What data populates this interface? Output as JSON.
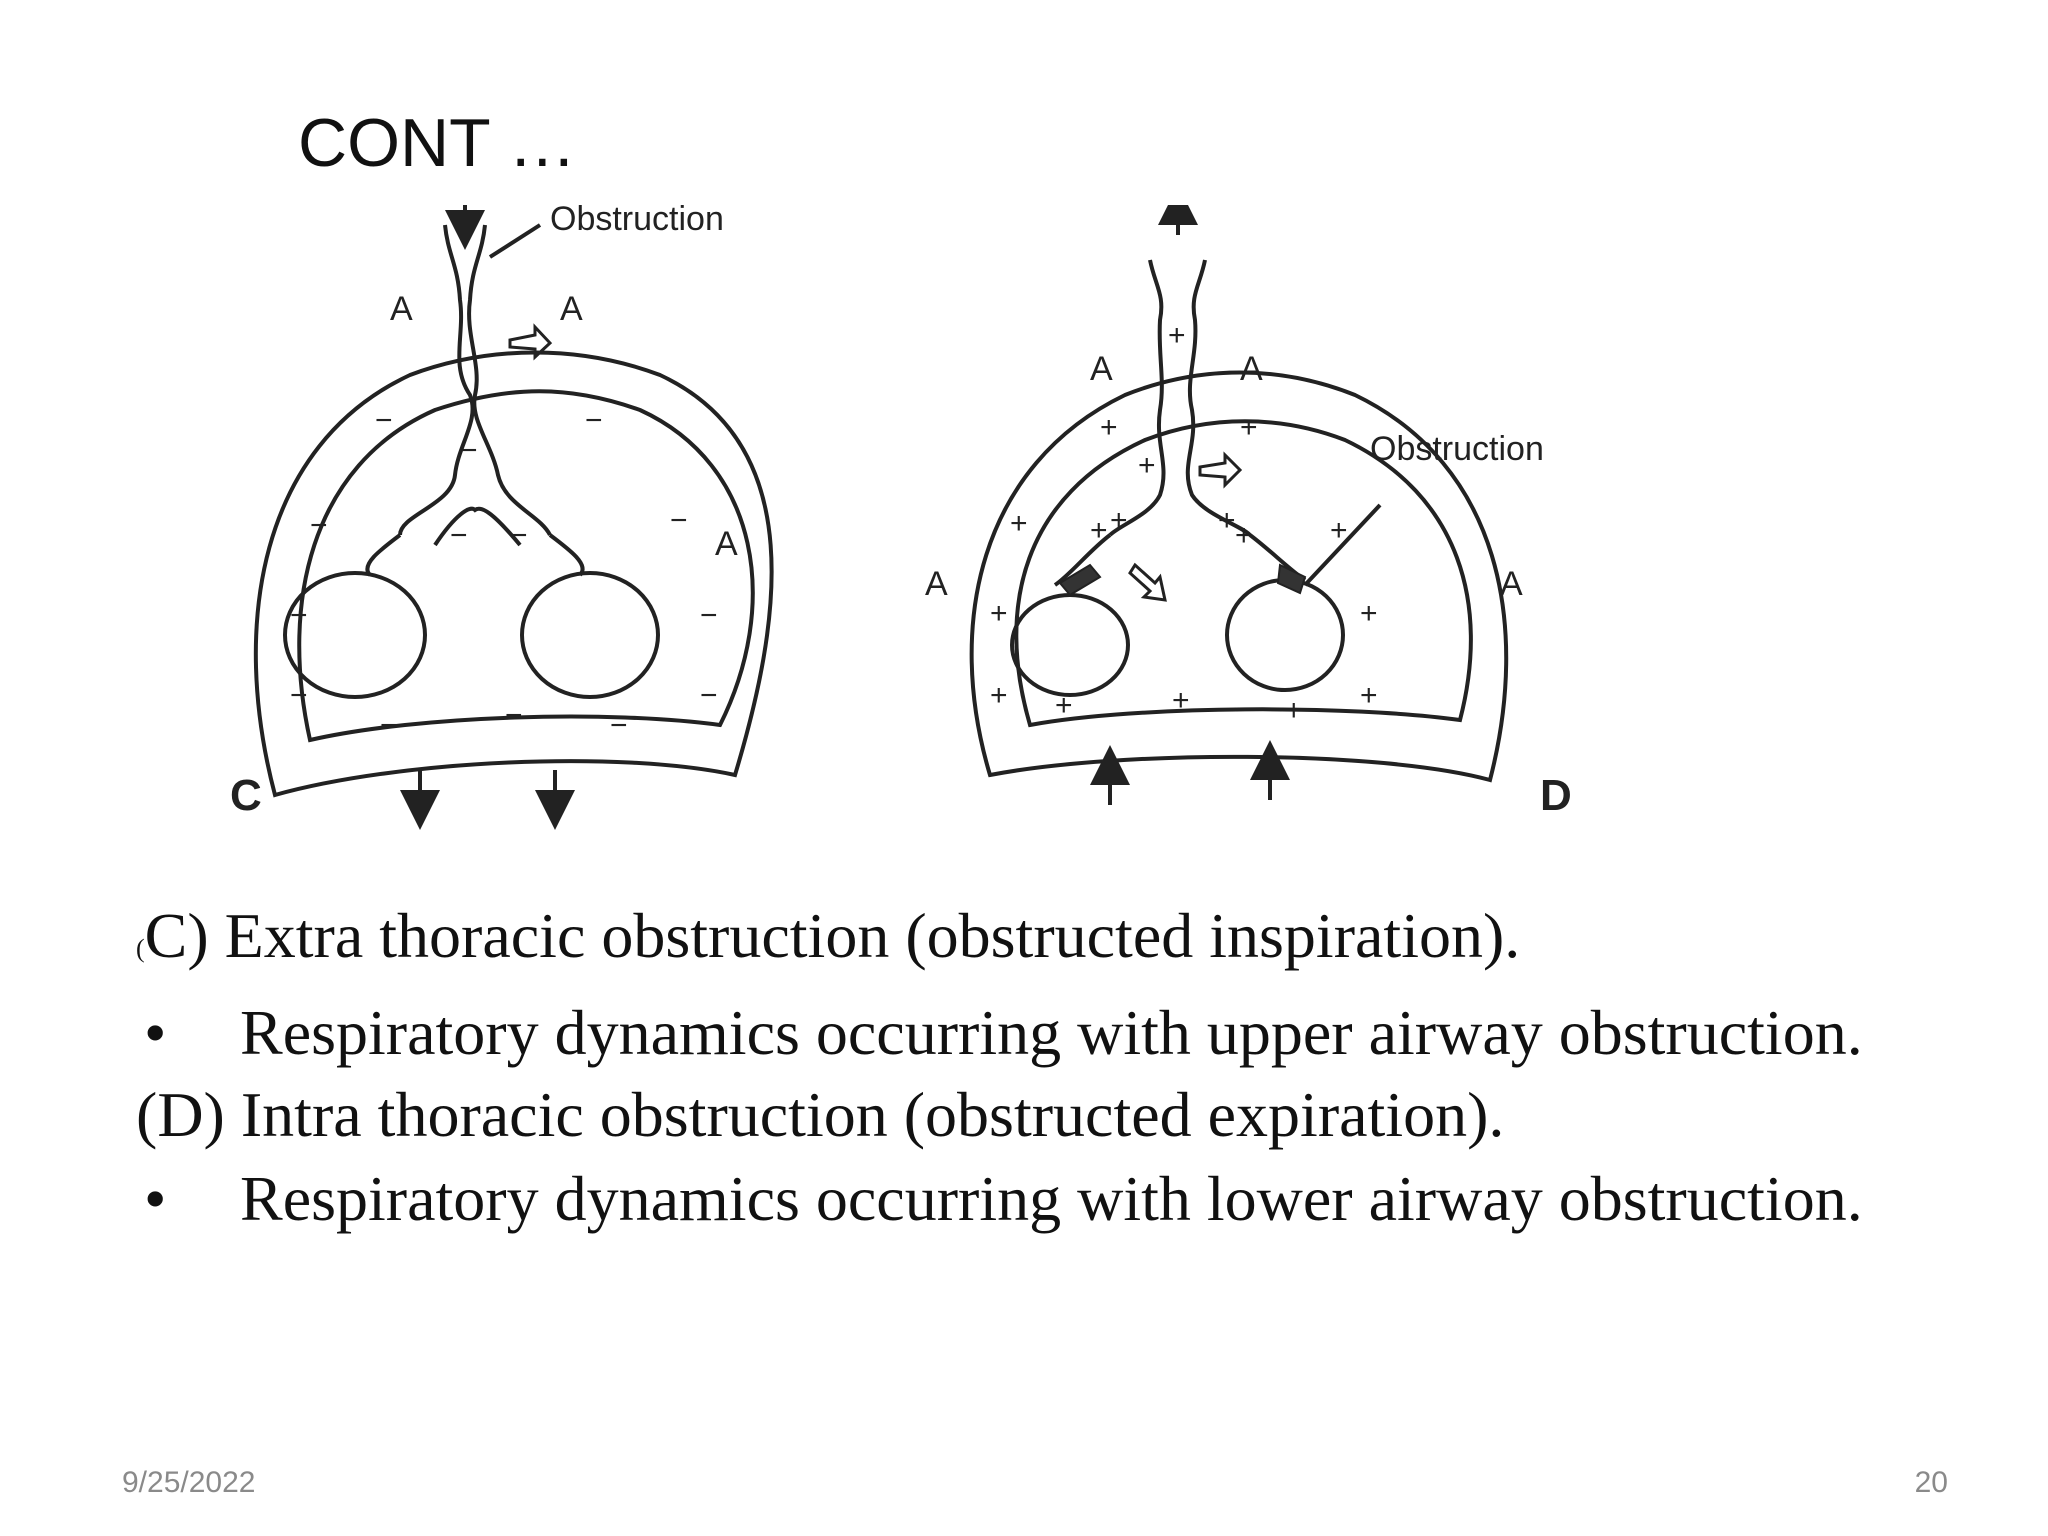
{
  "slide": {
    "title": "CONT …",
    "figure": {
      "diagram_c": {
        "panel_label": "C",
        "obstruction_label": "Obstruction",
        "a_label": "A",
        "sign": "−"
      },
      "diagram_d": {
        "panel_label": "D",
        "obstruction_label": "Obstruction",
        "a_label": "A",
        "sign": "+"
      }
    },
    "body": {
      "para_c_open": "(",
      "para_c_text": "C) Extra thoracic obstruction (obstructed inspiration).",
      "bullet_c": "Respiratory dynamics occurring with upper airway obstruction.",
      "para_d_text": "(D) Intra thoracic obstruction (obstructed expiration).",
      "bullet_d": "Respiratory dynamics occurring with lower airway obstruction.",
      "bullet_symbol": "•"
    },
    "footer": {
      "date": "9/25/2022",
      "page_number": "20"
    }
  }
}
